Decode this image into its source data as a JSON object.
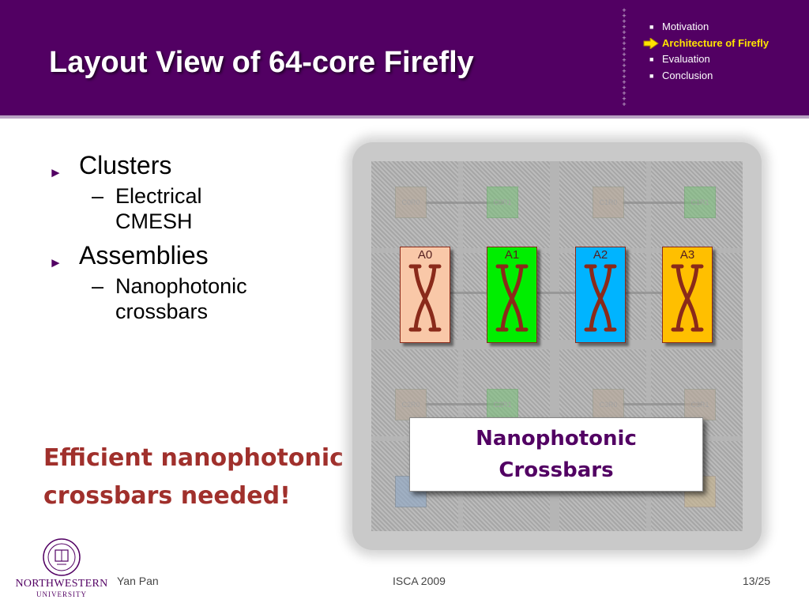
{
  "slide": {
    "title": "Layout View of 64-core Firefly"
  },
  "nav": {
    "items": [
      {
        "label": "Motivation",
        "active": false
      },
      {
        "label": "Architecture of Firefly",
        "active": true
      },
      {
        "label": "Evaluation",
        "active": false
      },
      {
        "label": "Conclusion",
        "active": false
      }
    ]
  },
  "bullets": [
    {
      "label": "Clusters",
      "sub": [
        {
          "text1": "Electrical",
          "text2": "CMESH"
        }
      ]
    },
    {
      "label": "Assemblies",
      "sub": [
        {
          "text1": "Nanophotonic",
          "text2": "crossbars"
        }
      ]
    }
  ],
  "emphasis": {
    "line1": "Efficient nanophotonic",
    "line2": "crossbars needed!"
  },
  "diagram": {
    "nodes": {
      "c0r0": "C0R0",
      "c0r1": "C0R1",
      "c1r0": "C1R0",
      "c1r1": "C1R1",
      "c2r0": "C2R0",
      "c2r1": "C2R1",
      "c3r0": "C3R0",
      "c3r1": "C3R1"
    },
    "assemblies": [
      {
        "label": "A0",
        "color": "#f9c8a8"
      },
      {
        "label": "A1",
        "color": "#00ee00"
      },
      {
        "label": "A2",
        "color": "#00b4ff"
      },
      {
        "label": "A3",
        "color": "#ffbf00"
      }
    ],
    "callout": {
      "line1": "Nanophotonic",
      "line2": "Crossbars"
    }
  },
  "footer": {
    "author": "Yan Pan",
    "venue": "ISCA 2009",
    "page": "13/25"
  },
  "logo": {
    "name": "NORTHWESTERN",
    "sub": "UNIVERSITY"
  },
  "colors": {
    "header": "#520063",
    "accent": "#ffe400",
    "emphasis": "#a0302c",
    "crossbar_x": "#8a2a1a"
  }
}
